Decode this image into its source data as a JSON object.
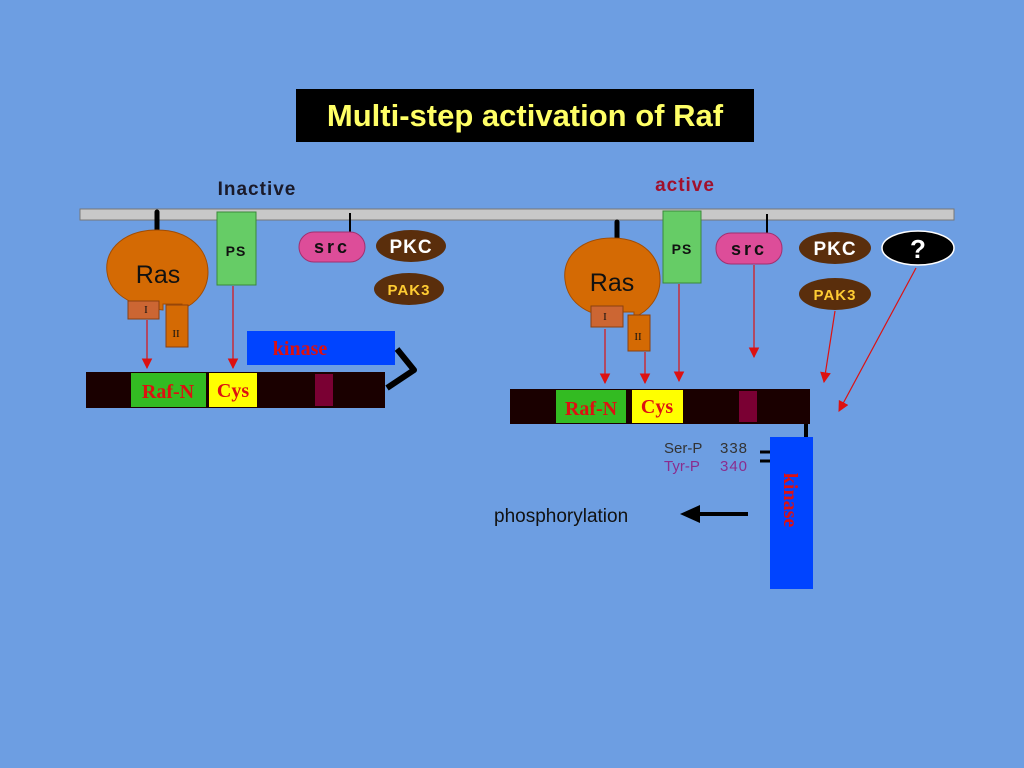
{
  "title": "Multi-step activation of Raf",
  "states": {
    "inactive": "Inactive",
    "active": "active"
  },
  "proteins": {
    "ras": "Ras",
    "ras_site_1": "I",
    "ras_site_2": "II",
    "ps": "PS",
    "src": "src",
    "pkc": "PKC",
    "pak3": "PAK3",
    "unknown": "?"
  },
  "raf": {
    "raf_n": "Raf-N",
    "cys": "Cys",
    "kinase": "kinase"
  },
  "phospho_sites": {
    "ser": "Ser-P",
    "ser_pos": "338",
    "tyr": "Tyr-P",
    "tyr_pos": "340"
  },
  "process": "phosphorylation",
  "colors": {
    "background": "#6d9ee2",
    "title_text": "#ffff66",
    "ras": "#d46a04",
    "ps": "#66cc66",
    "src": "#dd4d99",
    "pkc": "#5a2e0c",
    "raf_n": "#33bb22",
    "cys": "#ffff00",
    "kinase": "#0044ff",
    "arrow": "#dd1111",
    "active_label": "#a0102c"
  }
}
